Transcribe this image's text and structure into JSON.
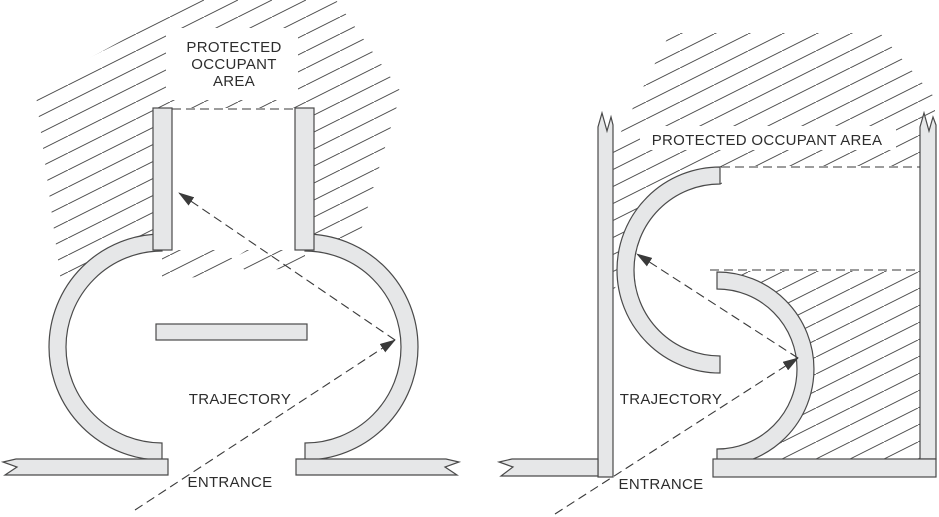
{
  "figures": {
    "left": {
      "protected_area_lines": [
        "PROTECTED",
        "OCCUPANT",
        "AREA"
      ],
      "trajectory_label": "TRAJECTORY",
      "entrance_label": "ENTRANCE"
    },
    "right": {
      "protected_area_label": "PROTECTED OCCUPANT AREA",
      "trajectory_label": "TRAJECTORY",
      "entrance_label": "ENTRANCE"
    }
  },
  "colors": {
    "wall_fill": "#e6e7e8",
    "wall_outline": "#4a4a4a",
    "hatch_line": "#4d4d4d",
    "line": "#3a3a3a",
    "text": "#2d2d2d",
    "background": "#ffffff"
  }
}
